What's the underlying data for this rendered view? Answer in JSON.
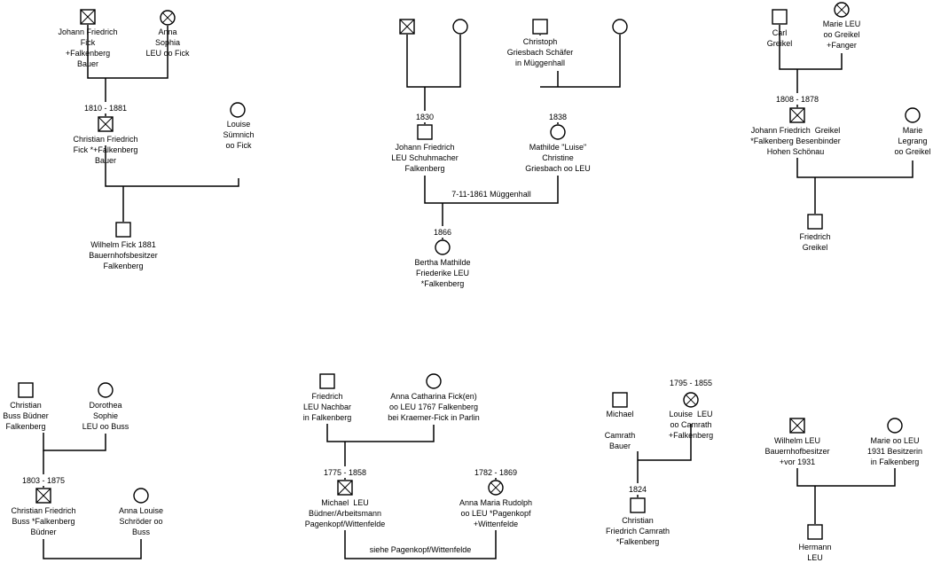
{
  "trees": [
    {
      "id": "fick",
      "persons": [
        {
          "key": "johann_friedrich_fick",
          "sex": "male",
          "deceased": true,
          "label": "Johann Friedrich\nFick\n+Falkenberg\nBauer"
        },
        {
          "key": "anna_sophia_leu",
          "sex": "female",
          "deceased": true,
          "label": "Anna\nSophia\nLEU oo Fick"
        },
        {
          "key": "christian_friedrich_fick",
          "sex": "male",
          "deceased": true,
          "label": "Christian Friedrich\nFick *+Falkenberg\nBauer"
        },
        {
          "key": "louise_sumnich",
          "sex": "female",
          "deceased": false,
          "label": "Louise\nSümnich\noo Fick"
        },
        {
          "key": "wilhelm_fick",
          "sex": "male",
          "deceased": false,
          "label": "Wilhelm Fick 1881\nBauernhofsbesitzer\nFalkenberg"
        }
      ],
      "annotations": [
        {
          "key": "christian_friedrich_dates",
          "text": "1810 - 1881"
        }
      ]
    },
    {
      "id": "leu_griesbach",
      "persons": [
        {
          "key": "father_of_johann_friedrich_leu",
          "sex": "male",
          "deceased": true,
          "label": ""
        },
        {
          "key": "mother_of_johann_friedrich_leu",
          "sex": "female",
          "deceased": false,
          "label": ""
        },
        {
          "key": "christoph_griesbach",
          "sex": "male",
          "deceased": false,
          "label": "Christoph\nGriesbach Schäfer\nin Müggenhall"
        },
        {
          "key": "wife_of_christoph_griesbach",
          "sex": "female",
          "deceased": false,
          "label": ""
        },
        {
          "key": "johann_friedrich_leu",
          "sex": "male",
          "deceased": false,
          "label": "Johann Friedrich\nLEU Schuhmacher\nFalkenberg"
        },
        {
          "key": "mathilde_luise_griesbach",
          "sex": "female",
          "deceased": false,
          "label": "Mathilde \"Luise\"\nChristine\nGriesbach oo LEU"
        },
        {
          "key": "bertha_mathilde_leu",
          "sex": "female",
          "deceased": false,
          "label": "Bertha Mathilde\nFriederike LEU\n*Falkenberg"
        }
      ],
      "annotations": [
        {
          "key": "johann_friedrich_leu_year",
          "text": "1830"
        },
        {
          "key": "mathilde_year",
          "text": "1838"
        },
        {
          "key": "marriage",
          "text": "7-11-1861 Müggenhall"
        },
        {
          "key": "bertha_year",
          "text": "1866"
        }
      ]
    },
    {
      "id": "greikel",
      "persons": [
        {
          "key": "carl_greikel",
          "sex": "male",
          "deceased": false,
          "label": "Carl\nGreikel"
        },
        {
          "key": "marie_leu_greikel",
          "sex": "female",
          "deceased": true,
          "label": "Marie LEU\noo Greikel\n+Fanger"
        },
        {
          "key": "johann_friedrich_greikel",
          "sex": "male",
          "deceased": true,
          "label": "Johann Friedrich  Greikel\n*Falkenberg Besenbinder\nHohen Schönau"
        },
        {
          "key": "marie_legrang",
          "sex": "female",
          "deceased": false,
          "label": "Marie\nLegrang\noo Greikel"
        },
        {
          "key": "friedrich_greikel",
          "sex": "male",
          "deceased": false,
          "label": "Friedrich\nGreikel"
        }
      ],
      "annotations": [
        {
          "key": "johann_friedrich_greikel_dates",
          "text": "1808 - 1878"
        }
      ]
    },
    {
      "id": "buss",
      "persons": [
        {
          "key": "christian_buss",
          "sex": "male",
          "deceased": false,
          "label": "Christian\nBuss Büdner\nFalkenberg"
        },
        {
          "key": "dorothea_sophie_leu",
          "sex": "female",
          "deceased": false,
          "label": "Dorothea\nSophie\nLEU oo Buss"
        },
        {
          "key": "christian_friedrich_buss",
          "sex": "male",
          "deceased": true,
          "label": "Christian Friedrich\nBuss *Falkenberg\nBüdner"
        },
        {
          "key": "anna_louise_schroeder",
          "sex": "female",
          "deceased": false,
          "label": "Anna Louise\nSchröder oo\nBuss"
        }
      ],
      "annotations": [
        {
          "key": "christian_friedrich_buss_dates",
          "text": "1803 - 1875"
        }
      ]
    },
    {
      "id": "leu_rudolph",
      "persons": [
        {
          "key": "friedrich_leu",
          "sex": "male",
          "deceased": false,
          "label": "Friedrich\nLEU Nachbar\nin Falkenberg"
        },
        {
          "key": "anna_catharina_fick",
          "sex": "female",
          "deceased": false,
          "label": "Anna Catharina Fick(en)\noo LEU 1767 Falkenberg\nbei Kraemer-Fick in Parlin"
        },
        {
          "key": "michael_leu_1775",
          "sex": "male",
          "deceased": true,
          "label": "Michael  LEU\nBüdner/Arbeitsmann\nPagenkopf/Wittenfelde"
        },
        {
          "key": "anna_maria_rudolph",
          "sex": "female",
          "deceased": true,
          "label": "Anna Maria Rudolph\noo LEU *Pagenkopf\n+Wittenfelde"
        }
      ],
      "annotations": [
        {
          "key": "michael_dates",
          "text": "1775 - 1858"
        },
        {
          "key": "anna_maria_dates",
          "text": "1782 - 1869"
        },
        {
          "key": "see_also",
          "text": "siehe Pagenkopf/Wittenfelde"
        }
      ]
    },
    {
      "id": "camrath",
      "persons": [
        {
          "key": "michael_camrath",
          "sex": "male",
          "deceased": false,
          "label": "Michael\n\nCamrath\nBauer"
        },
        {
          "key": "louise_leu_camrath",
          "sex": "female",
          "deceased": true,
          "label": "Louise  LEU\noo Camrath\n+Falkenberg"
        },
        {
          "key": "christian_friedrich_camrath",
          "sex": "male",
          "deceased": false,
          "label": "Christian\nFriedrich Camrath\n*Falkenberg"
        }
      ],
      "annotations": [
        {
          "key": "louise_dates",
          "text": "1795 - 1855"
        },
        {
          "key": "christian_friedrich_camrath_year",
          "text": "1824"
        }
      ]
    },
    {
      "id": "leu_1931",
      "persons": [
        {
          "key": "wilhelm_leu",
          "sex": "male",
          "deceased": true,
          "label": "Wilhelm LEU\nBauernhofbesitzer\n+vor 1931"
        },
        {
          "key": "marie_leu_1931",
          "sex": "female",
          "deceased": false,
          "label": "Marie oo LEU\n1931 Besitzerin\nin Falkenberg"
        },
        {
          "key": "hermann_leu",
          "sex": "male",
          "deceased": false,
          "label": "Hermann\nLEU"
        }
      ],
      "annotations": []
    }
  ]
}
